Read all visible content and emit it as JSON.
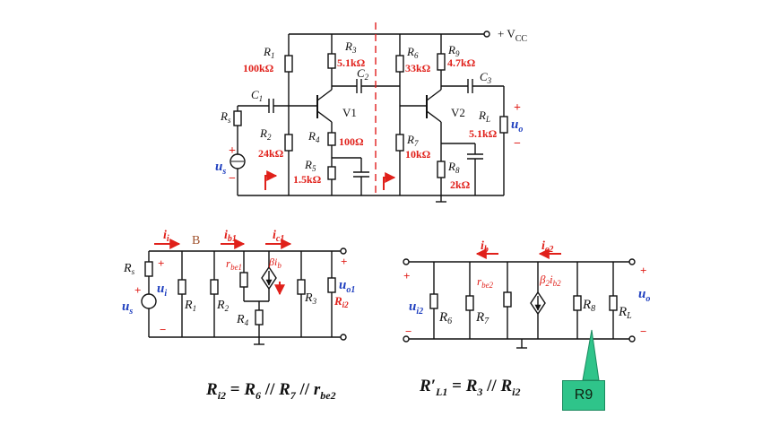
{
  "top_circuit": {
    "vcc": "+ V",
    "vcc_sub": "CC",
    "components": {
      "R1": {
        "name": "R",
        "sub": "1",
        "value": "100kΩ"
      },
      "R2": {
        "name": "R",
        "sub": "2",
        "value": "24kΩ"
      },
      "R3": {
        "name": "R",
        "sub": "3",
        "value": "5.1kΩ"
      },
      "R4": {
        "name": "R",
        "sub": "4",
        "value": "100Ω"
      },
      "R5": {
        "name": "R",
        "sub": "5",
        "value": "1.5kΩ"
      },
      "R6": {
        "name": "R",
        "sub": "6",
        "value": "33kΩ"
      },
      "R7": {
        "name": "R",
        "sub": "7",
        "value": "10kΩ"
      },
      "R8": {
        "name": "R",
        "sub": "8",
        "value": "2kΩ"
      },
      "R9": {
        "name": "R",
        "sub": "9",
        "value": "4.7kΩ"
      },
      "RL": {
        "name": "R",
        "sub": "L",
        "value": "5.1kΩ"
      },
      "Rs": {
        "name": "R",
        "sub": "s"
      },
      "C1": {
        "name": "C",
        "sub": "1"
      },
      "C2": {
        "name": "C",
        "sub": "2"
      },
      "C3": {
        "name": "C",
        "sub": "3"
      }
    },
    "transistors": [
      "V1",
      "V2"
    ],
    "source": {
      "name": "u",
      "sub": "s"
    },
    "output": {
      "name": "u",
      "sub": "o"
    },
    "plus": "+",
    "minus": "−"
  },
  "left_equiv": {
    "currents": {
      "ii": "i",
      "ii_sub": "i",
      "ib": "i",
      "ib_sub": "b1",
      "ic": "i",
      "ic_sub": "c1"
    },
    "node_label": "B",
    "labels": {
      "Rs": "R",
      "Rs_sub": "s",
      "ui": "u",
      "ui_sub": "i",
      "us": "u",
      "us_sub": "s",
      "R1": "R",
      "R1_sub": "1",
      "R2": "R",
      "R2_sub": "2",
      "rbe": "r",
      "rbe_sub": "be1",
      "R4": "R",
      "R4_sub": "4",
      "beta": "βi",
      "beta_sub": "b",
      "R3": "R",
      "R3_sub": "3",
      "uo": "u",
      "uo_sub": "o1",
      "Ri": "R",
      "Ri_sub": "i2"
    },
    "plus": "+",
    "minus": "−"
  },
  "right_equiv": {
    "currents": {
      "ib": "i",
      "ib_sub": "b",
      "ic": "i",
      "ic_sub": "c2"
    },
    "labels": {
      "ui": "u",
      "ui_sub": "i2",
      "R6": "R",
      "R6_sub": "6",
      "R7": "R",
      "R7_sub": "7",
      "rbe": "r",
      "rbe_sub": "be2",
      "beta": "β",
      "beta_sub": "2",
      "beta_i": "i",
      "beta_i_sub": "b2",
      "R8": "R",
      "R8_sub": "8",
      "RL": "R",
      "RL_sub": "L",
      "uo": "u",
      "uo_sub": "o"
    },
    "plus": "+",
    "minus": "−"
  },
  "equations": {
    "eq1": {
      "lhs": "R",
      "lhs_sub": "i2",
      "t1": "R",
      "t1_sub": "6",
      "t2": "R",
      "t2_sub": "7",
      "t3": "r",
      "t3_sub": "be2"
    },
    "eq2": {
      "lhs": "R′",
      "lhs_sub": "L1",
      "t1": "R",
      "t1_sub": "3",
      "t2": "R",
      "t2_sub": "i2"
    }
  },
  "callout": "R9",
  "colors": {
    "wire": "#111111",
    "value": "#e0201a",
    "current": "#e0201a",
    "signal": "#1f3fbf",
    "callout": "#2fc48a",
    "divider": "#e02020"
  }
}
